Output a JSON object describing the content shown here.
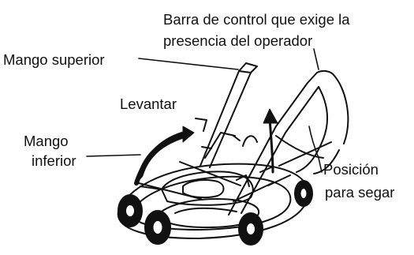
{
  "labels": {
    "operator_bar_line1": "Barra de control que exige la",
    "operator_bar_line2": "presencia del operador",
    "upper_handle": "Mango superior",
    "lift": "Levantar",
    "lower_handle_line1": "Mango",
    "lower_handle_line2": "inferior",
    "mow_position_line1": "Posición",
    "mow_position_line2": "para segar"
  },
  "colors": {
    "ink": "#111111"
  }
}
